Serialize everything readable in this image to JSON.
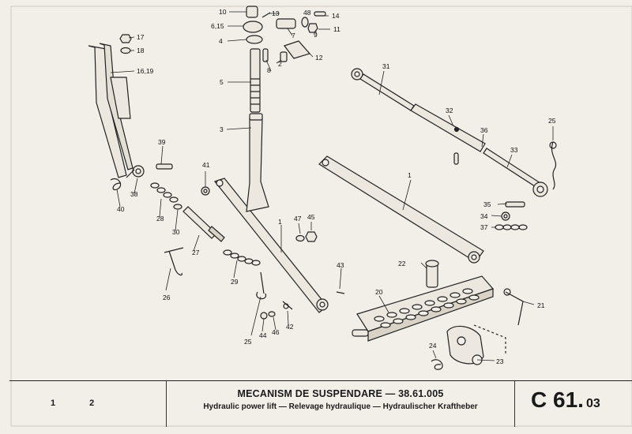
{
  "footer": {
    "page_numbers": [
      "1",
      "2"
    ],
    "title": "MECANISM DE SUSPENDARE — 38.61.005",
    "subtitle": "Hydraulic power lift — Relevage hydraulique — Hydraulischer Kraftheber",
    "plate_code_main": "C 61.",
    "plate_code_suffix": "03"
  },
  "callouts": {
    "c1": "1",
    "c2": "2",
    "c3": "3",
    "c4": "4",
    "c5": "5",
    "c615": "6,15",
    "c7": "7",
    "c8": "8",
    "c9": "9",
    "c10": "10",
    "c11": "11",
    "c12": "12",
    "c13": "13",
    "c14": "14",
    "c1619": "16,19",
    "c17": "17",
    "c18": "18",
    "c20": "20",
    "c21": "21",
    "c22": "22",
    "c23": "23",
    "c24": "24",
    "c25a": "25",
    "c25b": "25",
    "c26": "26",
    "c27": "27",
    "c28": "28",
    "c29": "29",
    "c30": "30",
    "c31": "31",
    "c32": "32",
    "c33": "33",
    "c34": "34",
    "c35": "35",
    "c36": "36",
    "c37": "37",
    "c38": "38",
    "c39": "39",
    "c40": "40",
    "c41": "41",
    "c42": "42",
    "c43": "43",
    "c44": "44",
    "c45": "45",
    "c46": "46",
    "c47": "47",
    "c48": "48"
  }
}
